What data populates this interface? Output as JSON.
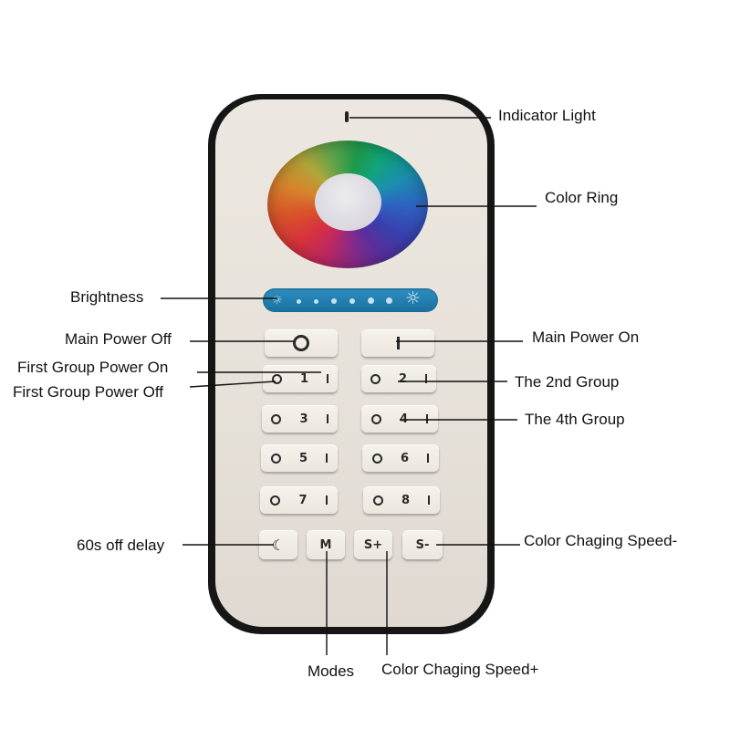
{
  "labels": {
    "indicator_light": "Indicator Light",
    "color_ring": "Color Ring",
    "brightness": "Brightness",
    "main_power_off": "Main Power Off",
    "main_power_on": "Main Power On",
    "first_group_power_on": "First Group Power On",
    "first_group_power_off": "First Group Power Off",
    "the_2nd_group": "The 2nd Group",
    "the_4th_group": "The 4th Group",
    "off_delay": "60s off delay",
    "color_changing_speed_minus": "Color Chaging Speed-",
    "modes": "Modes",
    "color_changing_speed_plus": "Color Chaging Speed+"
  },
  "buttons": {
    "groups": [
      "1",
      "2",
      "3",
      "4",
      "5",
      "6",
      "7",
      "8"
    ],
    "moon": "☾",
    "modes": "M",
    "speed_plus": "S+",
    "speed_minus": "S-"
  },
  "colors": {
    "remote_frame": "#161616",
    "remote_face": "#e8e3db",
    "brightness_bar": "#1f7fb0",
    "leader_line": "#111111"
  }
}
